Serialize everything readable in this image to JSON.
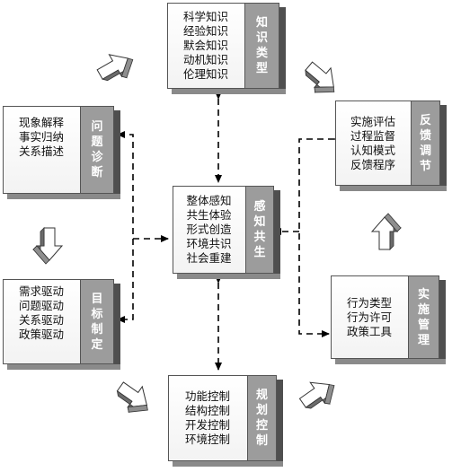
{
  "boxes": {
    "knowledge": {
      "title": "知识类型",
      "items": [
        "科学知识",
        "经验知识",
        "默会知识",
        "动机知识",
        "伦理知识"
      ]
    },
    "problem": {
      "title": "问题诊断",
      "items": [
        "现象解释",
        "事实归纳",
        "关系描述"
      ]
    },
    "feedback": {
      "title": "反馈调节",
      "items": [
        "实施评估",
        "过程监督",
        "认知模式",
        "反馈程序"
      ]
    },
    "center": {
      "title": "感知共生",
      "items": [
        "整体感知",
        "共生体验",
        "形式创造",
        "环境共识",
        "社会重建"
      ]
    },
    "goal": {
      "title": "目标制定",
      "items": [
        "需求驱动",
        "问题驱动",
        "关系驱动",
        "政策驱动"
      ]
    },
    "implement": {
      "title": "实施管理",
      "items": [
        "行为类型",
        "行为许可",
        "政策工具"
      ]
    },
    "plan": {
      "title": "规划控制",
      "items": [
        "功能控制",
        "结构控制",
        "开发控制",
        "环境控制"
      ]
    }
  },
  "icons": [
    "cycle-arrow-icon",
    "cycle-arrow-icon",
    "cycle-arrow-icon",
    "cycle-arrow-icon",
    "cycle-arrow-icon",
    "cycle-arrow-icon"
  ]
}
